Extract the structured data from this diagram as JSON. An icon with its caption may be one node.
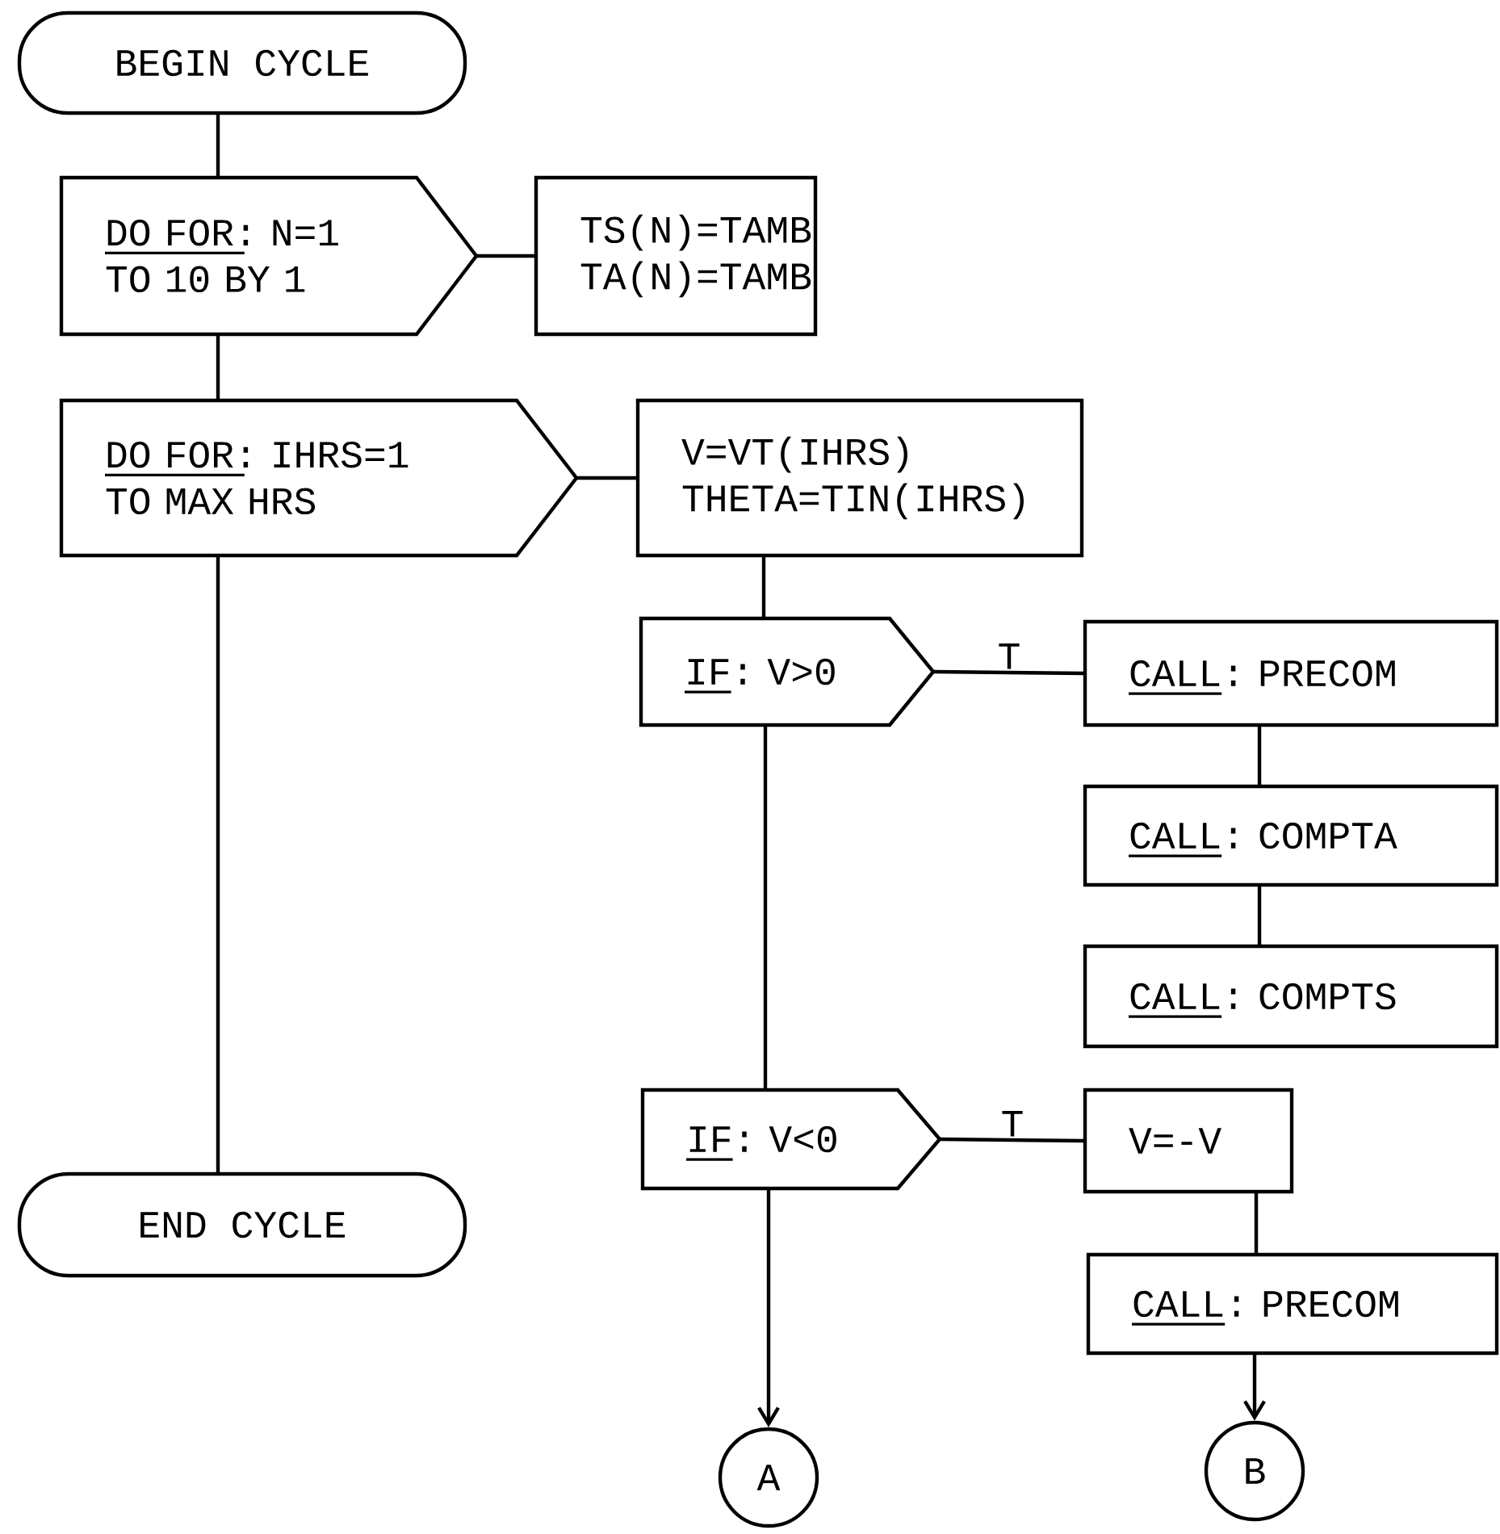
{
  "diagram": {
    "nodes": [
      {
        "text": [
          "BEGIN CYCLE"
        ]
      },
      {
        "text": [
          "DO FOR: N=1 TO 10 BY 1"
        ]
      },
      {
        "text": [
          "TS(N)=TAMB TA(N)=TAMB"
        ]
      },
      {
        "text": [
          "DO FOR: IHRS=1 TO MAX HRS"
        ]
      },
      {
        "text": [
          "V=VT(IHRS) THETA=TIN(IHRS)"
        ]
      },
      {
        "text": [
          "IF: V>0"
        ]
      },
      {
        "text": [
          "CALL: PRECOM"
        ]
      },
      {
        "text": [
          "CALL: COMPTA"
        ]
      },
      {
        "text": [
          "CALL: COMPTS"
        ]
      },
      {
        "text": [
          "IF: V<0"
        ]
      },
      {
        "text": [
          "V=-V"
        ]
      },
      {
        "text": [
          "CALL: PRECOM"
        ]
      },
      {
        "text": [
          "END CYCLE"
        ]
      },
      {
        "text": [
          "A"
        ]
      },
      {
        "text": [
          "B"
        ]
      }
    ],
    "edges": [
      {
        "from": 0,
        "to": 1,
        "arrow": "none"
      },
      {
        "from": 1,
        "to": 2,
        "arrow": "none"
      },
      {
        "from": 1,
        "to": 3,
        "arrow": "none"
      },
      {
        "from": 3,
        "to": 4,
        "arrow": "none"
      },
      {
        "from": 3,
        "to": 12,
        "arrow": "none"
      },
      {
        "from": 4,
        "to": 5,
        "arrow": "none"
      },
      {
        "from": 5,
        "to": 6,
        "arrow": "none",
        "label": "T"
      },
      {
        "from": 6,
        "to": 7,
        "arrow": "none"
      },
      {
        "from": 7,
        "to": 8,
        "arrow": "none"
      },
      {
        "from": 5,
        "to": 9,
        "arrow": "none"
      },
      {
        "from": 9,
        "to": 10,
        "arrow": "none",
        "label": "T"
      },
      {
        "from": 10,
        "to": 11,
        "arrow": "none"
      },
      {
        "from": 9,
        "to": 13,
        "arrow": "to"
      },
      {
        "from": 11,
        "to": 14,
        "arrow": "to"
      }
    ]
  }
}
